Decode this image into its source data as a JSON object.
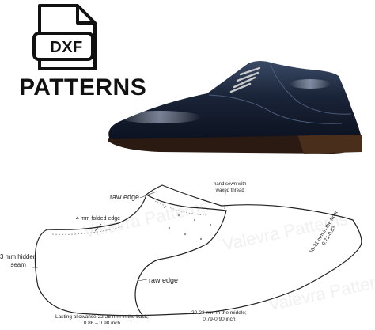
{
  "header": {
    "file_type": "DXF",
    "headline": "PATTERNS",
    "icon": "file-icon"
  },
  "watermark": "Valevra Patterns",
  "annotations": {
    "raw_edge_top": "raw edge",
    "folded_edge": "4 mm folded edge",
    "hand_sewn_line1": "hand sewn with",
    "hand_sewn_line2": "waxed thread",
    "hidden_seam_line1": "3 mm hidden",
    "hidden_seam_line2": "seam",
    "raw_edge_bottom": "raw edge",
    "lasting_back_line1": "Lasting allowance 22-25 mm in the back;",
    "lasting_back_line2": "0.86 – 0.98 inch",
    "lasting_middle_line1": "20-23 mm in the middle;",
    "lasting_middle_line2": "0.79-0.90 inch",
    "lasting_front_line1": "18-21 mm in the front",
    "lasting_front_line2": "0.71-0.83"
  },
  "colors": {
    "ink": "#111111",
    "shoe_leather": "#1a2235",
    "sole": "#2a1a12"
  }
}
